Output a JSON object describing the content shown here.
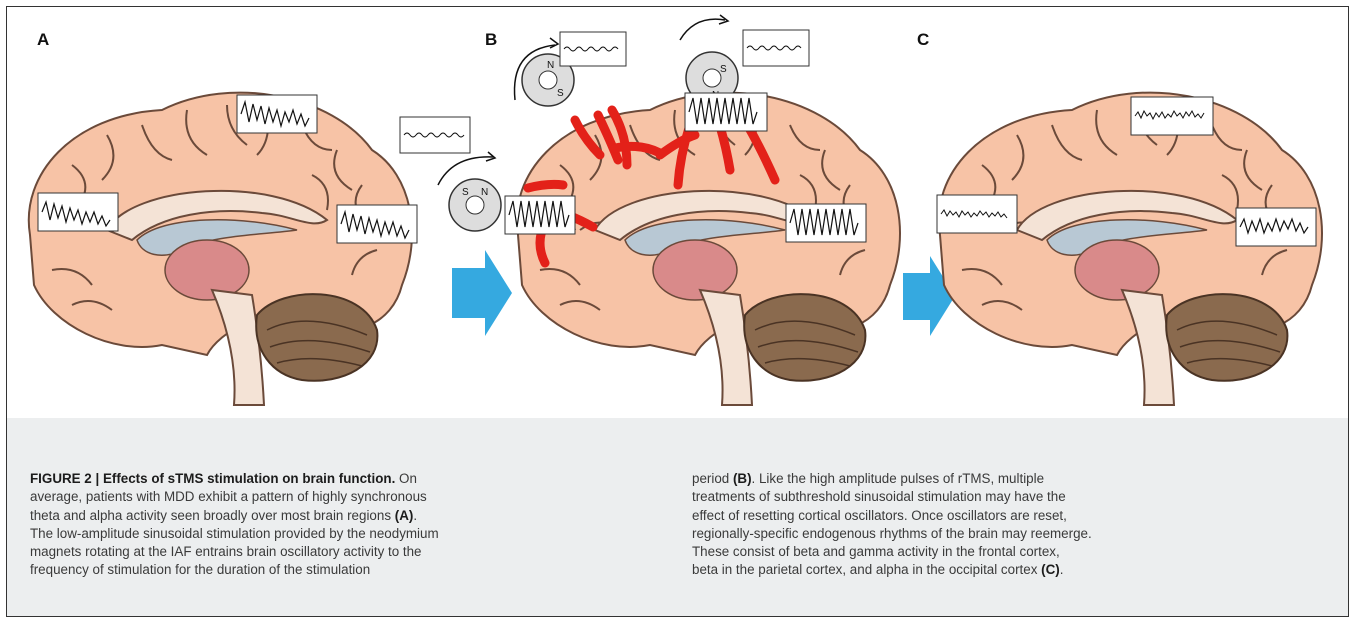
{
  "panels": {
    "a_label": "A",
    "b_label": "B",
    "c_label": "C"
  },
  "magnet_labels": {
    "north": "N",
    "south": "S"
  },
  "colors": {
    "cortex": "#f7c3a6",
    "gyri_line": "#6b4a3a",
    "corpus_callosum": "#f4e3d6",
    "ventricle": "#b8c8d4",
    "thalamus": "#d98a8a",
    "cerebellum": "#8a6a4e",
    "stimulation_arrow": "#e32119",
    "transition_arrow": "#35a9e0",
    "caption_band": "#eceeef"
  },
  "caption": {
    "figure_label": "FIGURE 2 | Effects of sTMS stimulation on brain function.",
    "first_line_rest": " On",
    "left_lines": [
      "average, patients with MDD exhibit a pattern of highly synchronous",
      "theta and alpha activity seen broadly over most brain regions ",
      "The low-amplitude sinusoidal stimulation provided by the neodymium",
      "magnets rotating at the IAF entrains brain oscillatory activity to the",
      "frequency of stimulation for the duration of the stimulation"
    ],
    "ref_a": "(A)",
    "ref_a_suffix": ".",
    "right_first_prefix": "period ",
    "ref_b": "(B)",
    "right_first_suffix": ". Like the high amplitude pulses of rTMS, multiple",
    "right_lines": [
      "treatments of subthreshold sinusoidal stimulation may have the",
      "effect of resetting cortical oscillators. Once oscillators are reset,",
      "regionally-specific endogenous rhythms of the brain may reemerge.",
      "These consist of beta and gamma activity in the frontal cortex,",
      "beta in the parietal cortex, and alpha in the occipital cortex "
    ],
    "ref_c": "(C)",
    "ref_c_suffix": "."
  }
}
